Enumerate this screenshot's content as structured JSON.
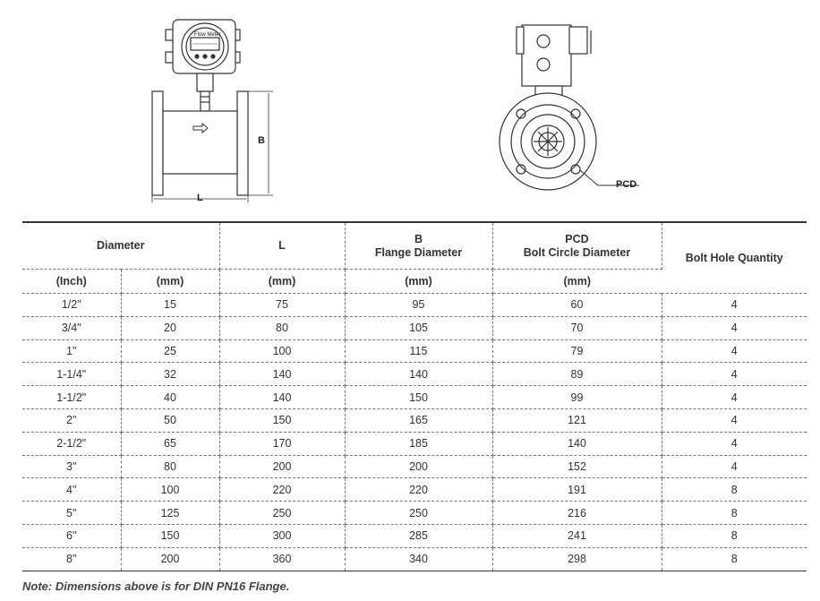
{
  "drawing": {
    "side_view": {
      "display_label": "Flow Meter",
      "dimension_b": "B",
      "dimension_l": "L"
    },
    "front_view": {
      "pcd_label": "PCD"
    }
  },
  "table": {
    "headers": {
      "diameter": "Diameter",
      "l": "L",
      "b_line1": "B",
      "b_line2": "Flange Diameter",
      "pcd_line1": "PCD",
      "pcd_line2": "Bolt Circle Diameter",
      "bolt_hole_quantity": "Bolt Hole Quantity"
    },
    "units": {
      "inch": "(Inch)",
      "mm_diameter": "(mm)",
      "mm_l": "(mm)",
      "mm_b": "(mm)",
      "mm_pcd": "(mm)"
    },
    "rows": [
      {
        "inch": "1/2\"",
        "mm": "15",
        "l": "75",
        "b": "95",
        "pcd": "60",
        "qty": "4"
      },
      {
        "inch": "3/4\"",
        "mm": "20",
        "l": "80",
        "b": "105",
        "pcd": "70",
        "qty": "4"
      },
      {
        "inch": "1\"",
        "mm": "25",
        "l": "100",
        "b": "115",
        "pcd": "79",
        "qty": "4"
      },
      {
        "inch": "1-1/4\"",
        "mm": "32",
        "l": "140",
        "b": "140",
        "pcd": "89",
        "qty": "4"
      },
      {
        "inch": "1-1/2\"",
        "mm": "40",
        "l": "140",
        "b": "150",
        "pcd": "99",
        "qty": "4"
      },
      {
        "inch": "2\"",
        "mm": "50",
        "l": "150",
        "b": "165",
        "pcd": "121",
        "qty": "4"
      },
      {
        "inch": "2-1/2\"",
        "mm": "65",
        "l": "170",
        "b": "185",
        "pcd": "140",
        "qty": "4"
      },
      {
        "inch": "3\"",
        "mm": "80",
        "l": "200",
        "b": "200",
        "pcd": "152",
        "qty": "4"
      },
      {
        "inch": "4\"",
        "mm": "100",
        "l": "220",
        "b": "220",
        "pcd": "191",
        "qty": "8"
      },
      {
        "inch": "5\"",
        "mm": "125",
        "l": "250",
        "b": "250",
        "pcd": "216",
        "qty": "8"
      },
      {
        "inch": "6\"",
        "mm": "150",
        "l": "300",
        "b": "285",
        "pcd": "241",
        "qty": "8"
      },
      {
        "inch": "8\"",
        "mm": "200",
        "l": "360",
        "b": "340",
        "pcd": "298",
        "qty": "8"
      }
    ]
  },
  "note": "Note: Dimensions above is for DIN PN16 Flange."
}
